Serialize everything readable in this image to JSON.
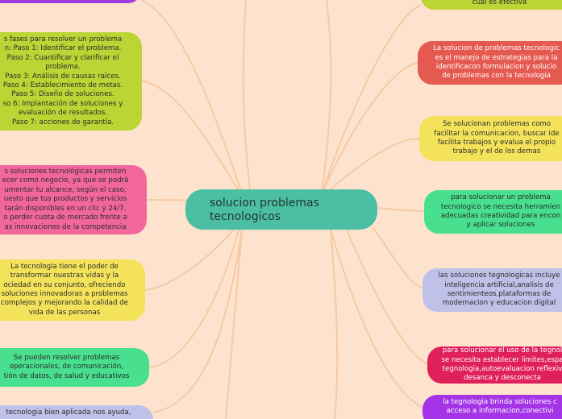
{
  "central": {
    "label": "solucion problemas\ntecnologicos"
  },
  "colors": {
    "background": "#fde3cd",
    "link": "#f6c9a4",
    "central": "#4bbfa3",
    "purple": "#a23ce0",
    "lime": "#bcd534",
    "pink": "#f2679b",
    "yellow": "#f4e35a",
    "green": "#48e08e",
    "lavender": "#bfc1e9",
    "red": "#e55a50",
    "magenta": "#e0205a",
    "violet": "#a534e8"
  },
  "left_nodes": [
    {
      "text": ""
    },
    {
      "text": "s fases para resolver un problema\nn:    Paso 1: Identificar el problema.\nPaso 2: Cuantificar y clarificar el\nproblema.\nPaso 3: Análisis de causas raíces.\nPaso 4: Establecimiento de metas.\nPaso 5: Diseño de soluciones.\nso 6: Implantación de soluciones y\nevaluación de resultados.\nPaso 7: acciones de garantía."
    },
    {
      "text": "s soluciones tecnológicas permiten\necer como negocio, ya que se podrá\numentar tu alcance, según el caso,\nuesto que tus productos y servicios\ntarán disponibles en un clic y 24/7.\no perder cuota de mercado frente a\nas innovaciones de la competencia"
    },
    {
      "text": "La tecnologia tiene el poder de\ntransformar nuestras vidas y la\nociedad en su conjunto, ofreciendo\nsoluciones innovadoras a problemas\ncomplejos y mejorando la calidad de\nvida de las personas"
    },
    {
      "text": "Se pueden resolver problemas\noperacionales, de comunicación,\ntión de datos, de salud y educativos"
    },
    {
      "text": "tecnologia bien aplicada nos ayuda,"
    }
  ],
  "right_nodes": [
    {
      "text": "cual es efectiva"
    },
    {
      "text": "La solucion de problemas tecnologic\nes el manejo de estrategias para la\nidentificacon formulacion y solucio\nde problemas con la tecnologia"
    },
    {
      "text": "Se solucionan problemas como\nfacilitar la comunicacion, buscar ide\nfacilita trabajos y evalua el propio\ntrabajo y el de los demas"
    },
    {
      "text": "para solucionar un problema\ntecnologico se necesita herramien\nadecuadas creatividad para encon\ny aplicar soluciones"
    },
    {
      "text": "las soluciones tegnologicas incluye\ninteligencia artificial,analisis de\nsentimienteos,plataformas de\nmodernacion y educacion digital"
    },
    {
      "text": "para solucionar el uso de la tegnol\nse necesita establecer limites,espa\ntegnologia,autoevaluacion reflexiv\ndesanca y desconecta"
    },
    {
      "text": "la tegnologia brinda soluciones c\nacceso a informacion,conectivi"
    }
  ]
}
